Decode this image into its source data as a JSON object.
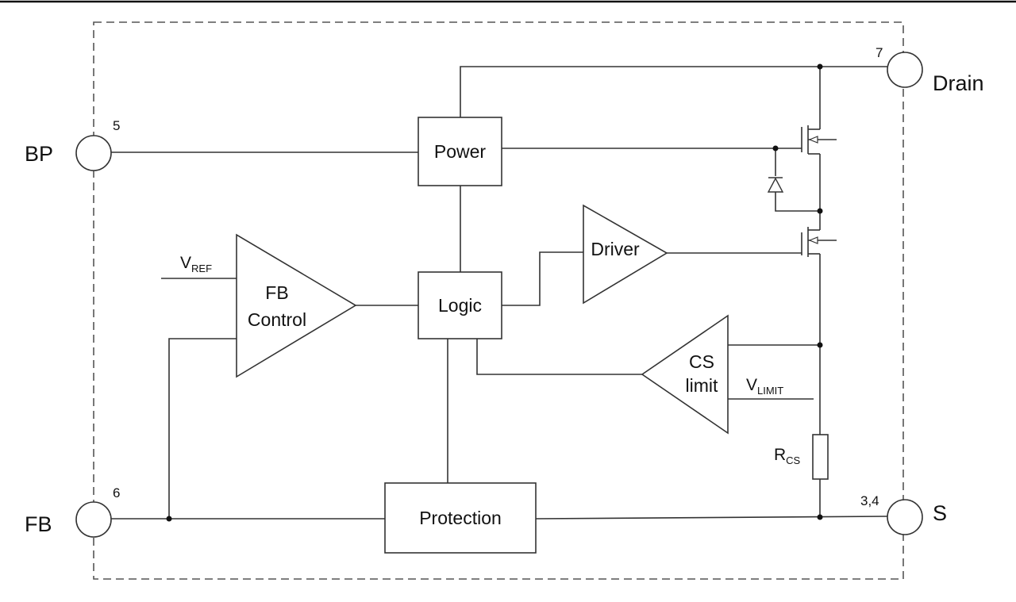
{
  "pins": {
    "bp": {
      "name": "BP",
      "number": "5"
    },
    "fb": {
      "name": "FB",
      "number": "6"
    },
    "drain": {
      "name": "Drain",
      "number": "7"
    },
    "s": {
      "name": "S",
      "number": "3,4"
    }
  },
  "blocks": {
    "power": "Power",
    "logic": "Logic",
    "driver": "Driver",
    "fb_control_line1": "FB",
    "fb_control_line2": "Control",
    "cs_limit_line1": "CS",
    "cs_limit_line2": "limit",
    "protection": "Protection"
  },
  "symbols": {
    "vref_main": "V",
    "vref_sub": "REF",
    "vlimit_main": "V",
    "vlimit_sub": "LIMIT",
    "rcs_main": "R",
    "rcs_sub": "CS"
  },
  "colors": {
    "line": "#333333",
    "text": "#111111",
    "background": "#ffffff"
  }
}
